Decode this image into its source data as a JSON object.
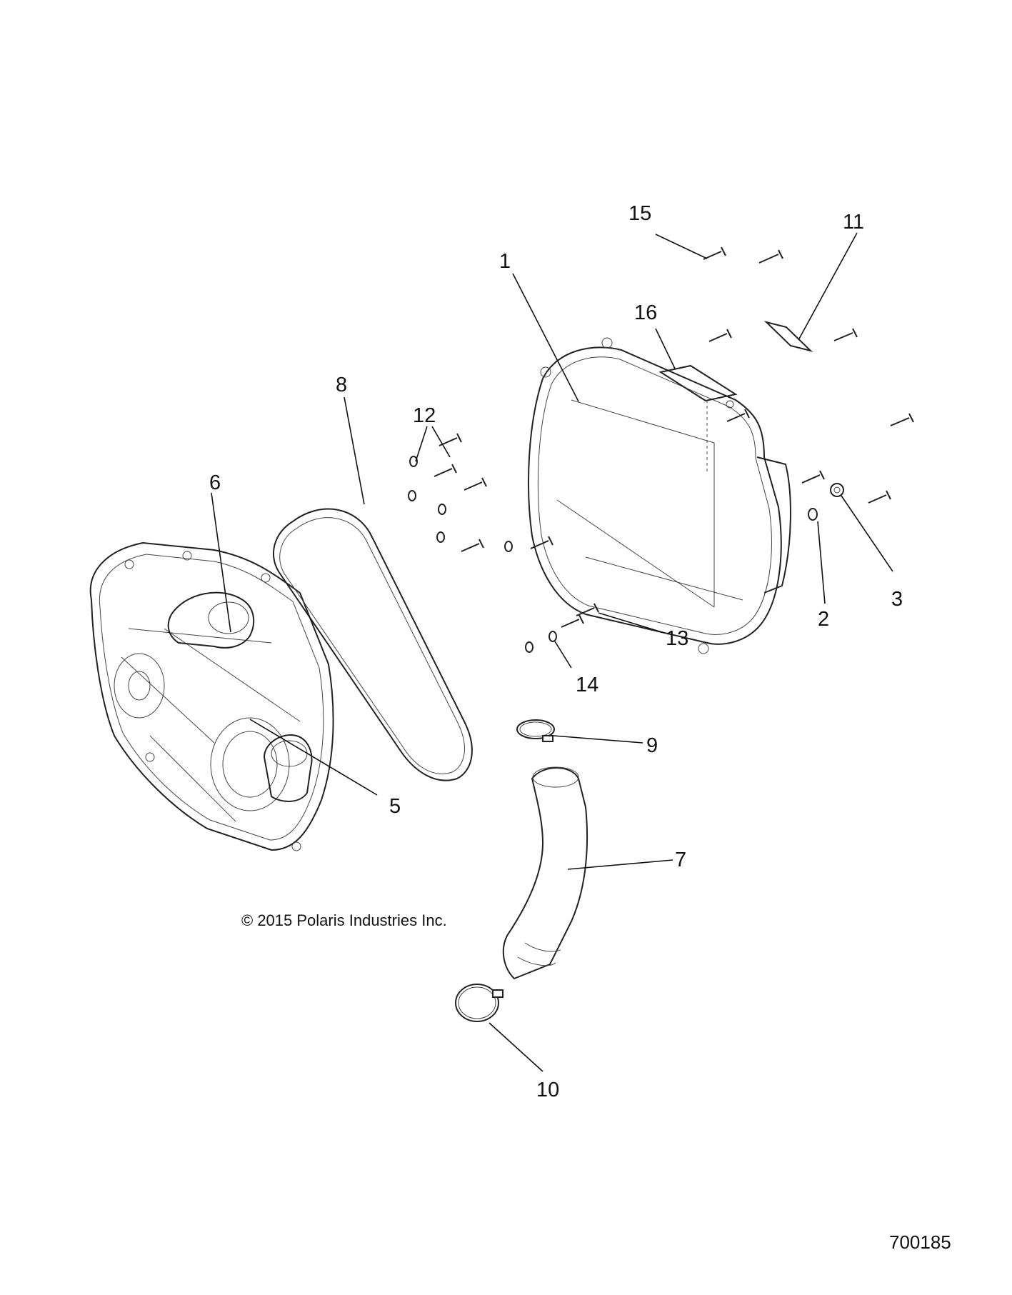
{
  "callouts": [
    "1",
    "2",
    "3",
    "5",
    "6",
    "7",
    "8",
    "9",
    "10",
    "11",
    "12",
    "13",
    "14",
    "15",
    "16"
  ],
  "copyright": "© 2015 Polaris Industries Inc.",
  "figure_number": "700185"
}
